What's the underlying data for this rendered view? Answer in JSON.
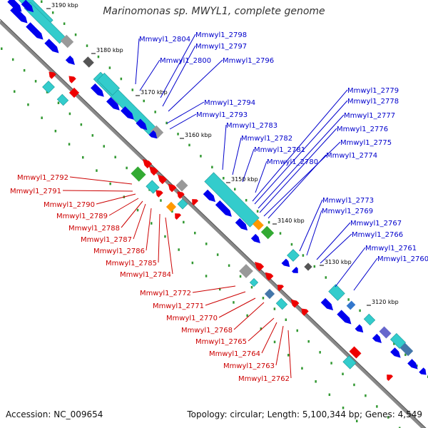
{
  "title": "Marinomonas sp. MWYL1, complete genome",
  "footer": {
    "accession": "Accession: NC_009654",
    "summary": "Topology: circular; Length: 5,100,344 bp; Genes: 4,549"
  },
  "colors": {
    "forward_label": "#0000cc",
    "reverse_label": "#cc0000",
    "cds_forward": "#0000ee",
    "cds_reverse": "#ee0000",
    "cog_cyan": "#33cccc",
    "cog_gray": "#999999",
    "cog_green": "#33aa33",
    "cog_orange": "#ff9900",
    "backbone": "#888888",
    "dot_green": "#339933"
  },
  "kbp_ticks": [
    "3190 kbp",
    "3180 kbp",
    "3170 kbp",
    "3160 kbp",
    "3150 kbp",
    "3140 kbp",
    "3130 kbp",
    "3120 kbp"
  ],
  "forward_genes": [
    "Mmwyl1_2804",
    "Mmwyl1_2798",
    "Mmwyl1_2797",
    "Mmwyl1_2800",
    "Mmwyl1_2796",
    "Mmwyl1_2794",
    "Mmwyl1_2793",
    "Mmwyl1_2783",
    "Mmwyl1_2782",
    "Mmwyl1_2781",
    "Mmwyl1_2780",
    "Mmwyl1_2779",
    "Mmwyl1_2778",
    "Mmwyl1_2777",
    "Mmwyl1_2776",
    "Mmwyl1_2775",
    "Mmwyl1_2774",
    "Mmwyl1_2773",
    "Mmwyl1_2769",
    "Mmwyl1_2767",
    "Mmwyl1_2766",
    "Mmwyl1_2761",
    "Mmwyl1_2760"
  ],
  "reverse_genes": [
    "Mmwyl1_2792",
    "Mmwyl1_2791",
    "Mmwyl1_2790",
    "Mmwyl1_2789",
    "Mmwyl1_2788",
    "Mmwyl1_2787",
    "Mmwyl1_2786",
    "Mmwyl1_2785",
    "Mmwyl1_2784",
    "Mmwyl1_2772",
    "Mmwyl1_2771",
    "Mmwyl1_2770",
    "Mmwyl1_2768",
    "Mmwyl1_2765",
    "Mmwyl1_2764",
    "Mmwyl1_2763",
    "Mmwyl1_2762"
  ]
}
